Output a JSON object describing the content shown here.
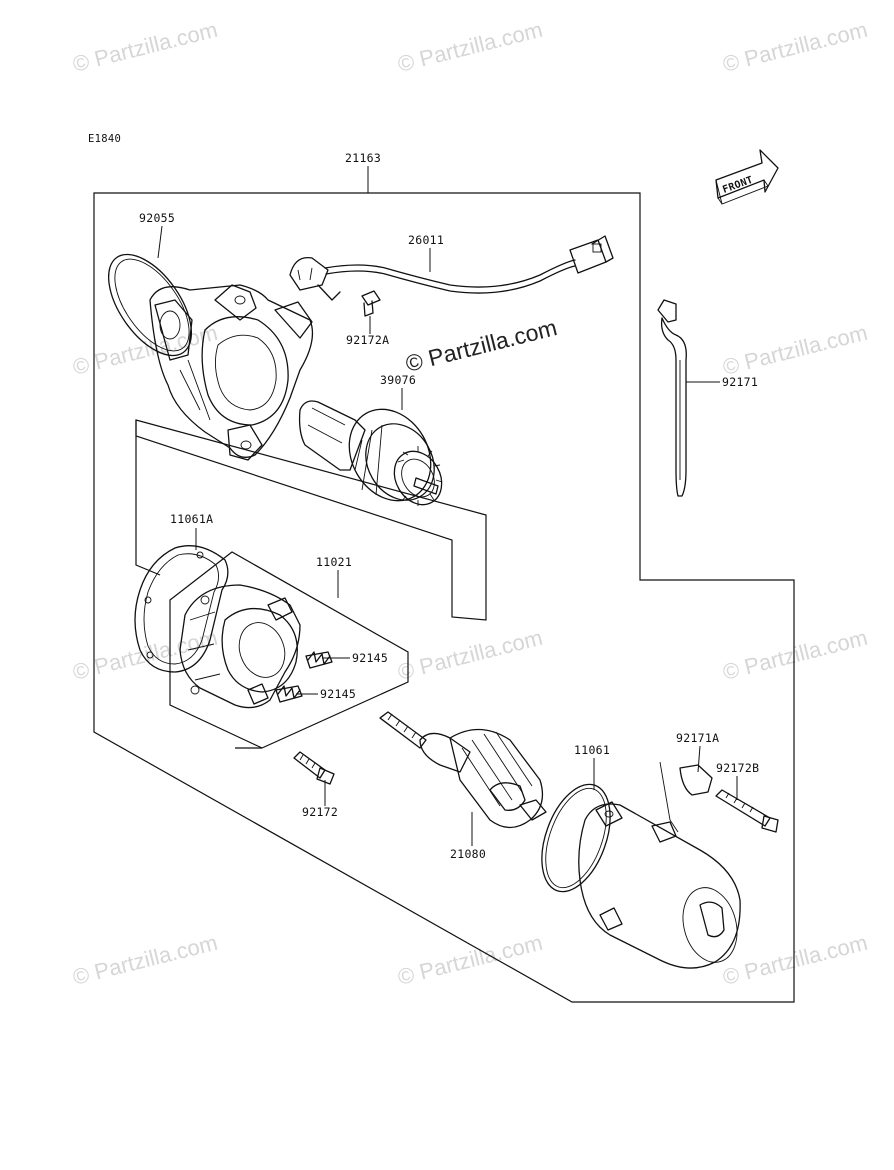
{
  "diagram": {
    "code": "E1840",
    "front_label": "FRONT",
    "watermark": "© Partzilla.com",
    "parts": [
      {
        "id": "21163"
      },
      {
        "id": "92055"
      },
      {
        "id": "26011"
      },
      {
        "id": "92172A"
      },
      {
        "id": "39076"
      },
      {
        "id": "92171"
      },
      {
        "id": "11061A"
      },
      {
        "id": "11021"
      },
      {
        "id": "92145"
      },
      {
        "id": "92145"
      },
      {
        "id": "92172"
      },
      {
        "id": "21080"
      },
      {
        "id": "11061"
      },
      {
        "id": "92171A"
      },
      {
        "id": "92172B"
      }
    ]
  }
}
